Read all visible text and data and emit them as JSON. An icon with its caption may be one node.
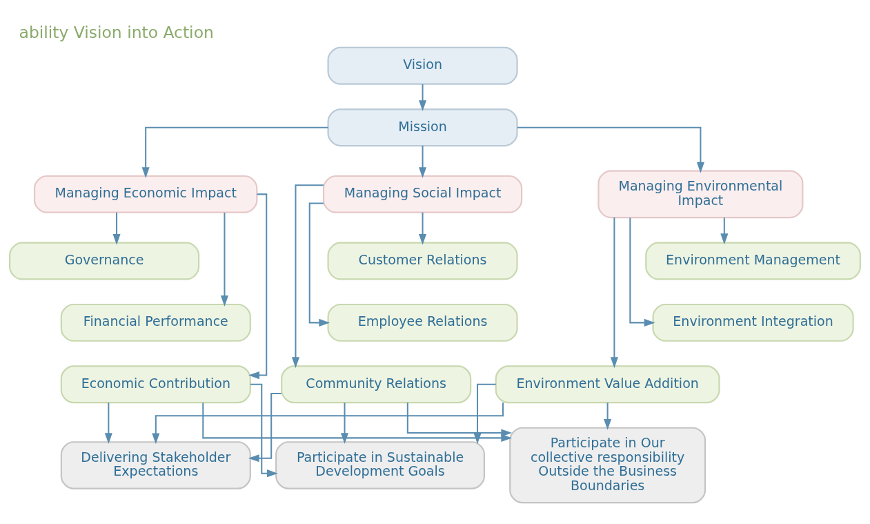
{
  "diagram": {
    "title": "ability Vision into Action",
    "nodes": [
      {
        "text": [
          "Vision"
        ]
      },
      {
        "text": [
          "Mission"
        ]
      },
      {
        "text": [
          "Managing Economic Impact"
        ]
      },
      {
        "text": [
          "Managing Social Impact"
        ]
      },
      {
        "text": [
          "Managing Environmental Impact"
        ]
      },
      {
        "text": [
          "Governance"
        ]
      },
      {
        "text": [
          "Financial Performance"
        ]
      },
      {
        "text": [
          "Economic Contribution"
        ]
      },
      {
        "text": [
          "Customer Relations"
        ]
      },
      {
        "text": [
          "Employee Relations"
        ]
      },
      {
        "text": [
          "Community Relations"
        ]
      },
      {
        "text": [
          "Environment Management"
        ]
      },
      {
        "text": [
          "Environment Integration"
        ]
      },
      {
        "text": [
          "Environment Value Addition"
        ]
      },
      {
        "text": [
          "Delivering Stakeholder Expectations"
        ]
      },
      {
        "text": [
          "Participate in Sustainable Development Goals"
        ]
      },
      {
        "text": [
          "Participate in Our collective responsibility Outside the Business Boundaries"
        ]
      }
    ],
    "edges": [
      {
        "from": 0,
        "to": 1,
        "arrow": "to"
      },
      {
        "from": 1,
        "to": 2,
        "arrow": "to"
      },
      {
        "from": 1,
        "to": 3,
        "arrow": "to"
      },
      {
        "from": 1,
        "to": 4,
        "arrow": "to"
      },
      {
        "from": 2,
        "to": 5,
        "arrow": "to"
      },
      {
        "from": 2,
        "to": 6,
        "arrow": "to"
      },
      {
        "from": 2,
        "to": 7,
        "arrow": "to"
      },
      {
        "from": 3,
        "to": 8,
        "arrow": "to"
      },
      {
        "from": 3,
        "to": 9,
        "arrow": "to"
      },
      {
        "from": 3,
        "to": 10,
        "arrow": "to"
      },
      {
        "from": 4,
        "to": 11,
        "arrow": "to"
      },
      {
        "from": 4,
        "to": 12,
        "arrow": "to"
      },
      {
        "from": 4,
        "to": 13,
        "arrow": "to"
      },
      {
        "from": 7,
        "to": 14,
        "arrow": "to"
      },
      {
        "from": 7,
        "to": 15,
        "arrow": "to"
      },
      {
        "from": 7,
        "to": 16,
        "arrow": "to"
      },
      {
        "from": 10,
        "to": 14,
        "arrow": "to"
      },
      {
        "from": 10,
        "to": 15,
        "arrow": "to"
      },
      {
        "from": 10,
        "to": 16,
        "arrow": "to"
      },
      {
        "from": 13,
        "to": 14,
        "arrow": "to"
      },
      {
        "from": 13,
        "to": 15,
        "arrow": "to"
      },
      {
        "from": 13,
        "to": 16,
        "arrow": "to"
      }
    ]
  }
}
